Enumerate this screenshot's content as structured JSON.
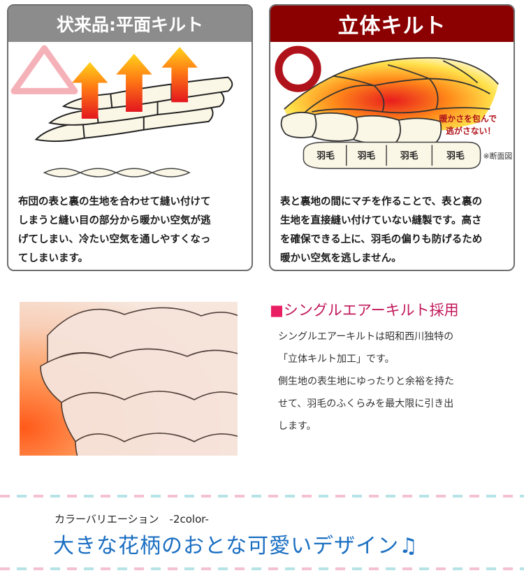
{
  "left_card": {
    "title": "状来品:平面キルト",
    "mark": "△",
    "body_lines": [
      "布団の表と裏の生地を合わせて縫い付けて",
      "しまうと縫い目の部分から暖かい空気が逃",
      "げてしまい、冷たい空気を通しやすくなっ",
      "てしまいます。"
    ]
  },
  "right_card": {
    "title": "立体キルト",
    "mark": "○",
    "callout_line1": "暖かさを包んで",
    "callout_line2": "逃がさない！",
    "cross_section_labels": [
      "羽毛",
      "羽毛",
      "羽毛",
      "羽毛"
    ],
    "cross_section_note": "※断面図",
    "body_lines": [
      "表と裏地の間にマチを作ることで、表と裏の",
      "生地を直接縫い付けていない縫製です。高さ",
      "を確保できる上に、羽毛の偏りも防げるため",
      "暖かい空気を逃しません。"
    ]
  },
  "feature": {
    "bullet": "■",
    "title": "シングルエアーキルト採用",
    "lines": [
      "シングルエアーキルトは昭和西川独特の",
      "「立体キルト加工」です。",
      "側生地の表生地にゆったりと余裕を持た",
      "せて、羽毛のふくらみを最大限に引き出",
      "します。"
    ]
  },
  "variation": {
    "label": "カラーバリエーション　-2color-",
    "tagline": "大きな花柄のおとな可愛いデザイン♫"
  },
  "colors": {
    "left_header": "#8c8c8c",
    "right_header": "#8b0000",
    "accent_pink": "#e91e63",
    "tagline_blue": "#1b6fc2"
  }
}
